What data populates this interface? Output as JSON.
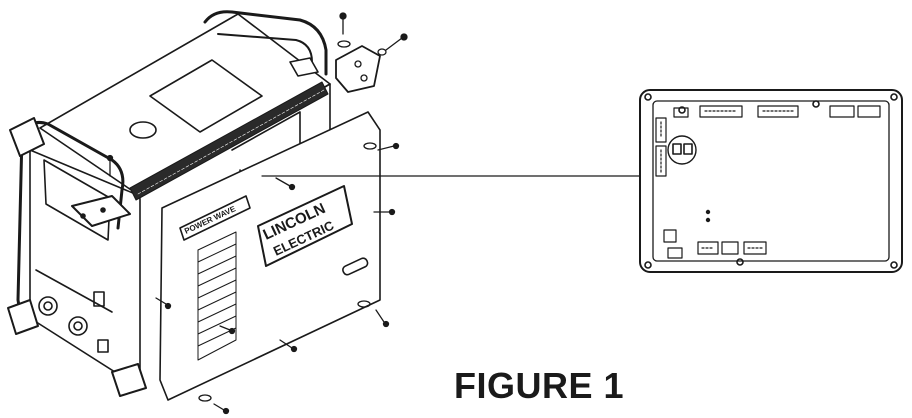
{
  "figure": {
    "caption": "FIGURE 1"
  },
  "machine": {
    "brand_line1": "LINCOLN",
    "brand_line2": "ELECTRIC",
    "model_badge": "POWER WAVE"
  },
  "colors": {
    "line": "#1a1a1a",
    "background": "#ffffff",
    "light_fill": "#f2f2f2"
  }
}
